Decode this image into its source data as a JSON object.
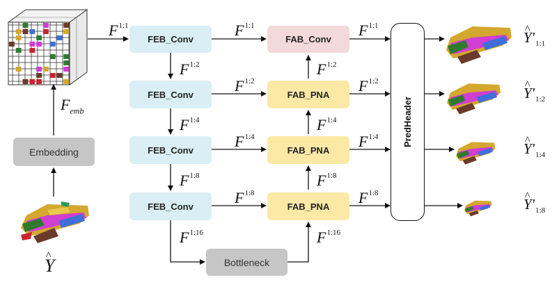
{
  "blocks": {
    "feb": [
      "FEB_Conv",
      "FEB_Conv",
      "FEB_Conv",
      "FEB_Conv"
    ],
    "fab_top": "FAB_Conv",
    "fab_pna": [
      "FAB_PNA",
      "FAB_PNA",
      "FAB_PNA"
    ],
    "bottleneck": "Bottleneck",
    "embedding": "Embedding",
    "predheader": "PredHeader"
  },
  "labels": {
    "f_symbol": "F",
    "scales": [
      "1:1",
      "1:2",
      "1:4",
      "1:8",
      "1:16"
    ],
    "emb_sub": "emb",
    "input_symbol": "Y",
    "output_symbol": "Y'",
    "outputs": [
      "1:1",
      "1:2",
      "1:4",
      "1:8"
    ]
  },
  "colors": {
    "feb": "#daeef5",
    "fab_pna": "#fde9a6",
    "fab_conv": "#f3d9d9",
    "gray": "#c6c6c6"
  }
}
